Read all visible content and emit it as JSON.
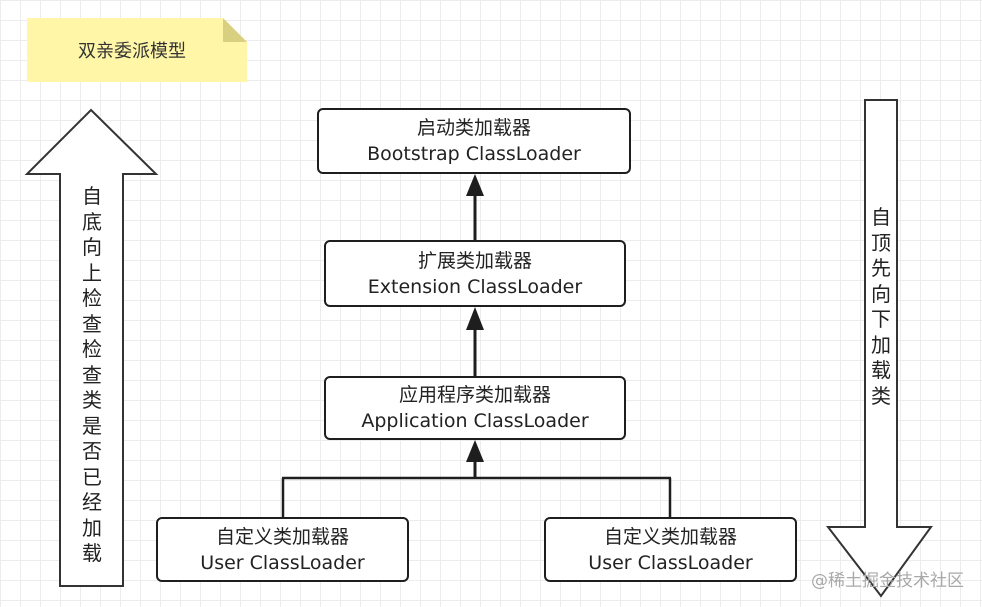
{
  "note": {
    "title": "双亲委派模型"
  },
  "boxes": {
    "bootstrap": {
      "line1": "启动类加载器",
      "line2": "Bootstrap ClassLoader"
    },
    "extension": {
      "line1": "扩展类加载器",
      "line2": "Extension ClassLoader"
    },
    "application": {
      "line1": "应用程序类加载器",
      "line2": "Application ClassLoader"
    },
    "user_left": {
      "line1": "自定义类加载器",
      "line2": "User ClassLoader"
    },
    "user_right": {
      "line1": "自定义类加载器",
      "line2": "User ClassLoader"
    }
  },
  "left_arrow": {
    "chars": [
      "自",
      "底",
      "向",
      "上",
      "检",
      "查",
      "检",
      "查",
      "类",
      "是",
      "否",
      "已",
      "经",
      "加",
      "载"
    ]
  },
  "right_arrow": {
    "chars": [
      "自",
      "顶",
      "先",
      "向",
      "下",
      "加",
      "载",
      "类"
    ]
  },
  "watermark": "@稀土掘金技术社区"
}
